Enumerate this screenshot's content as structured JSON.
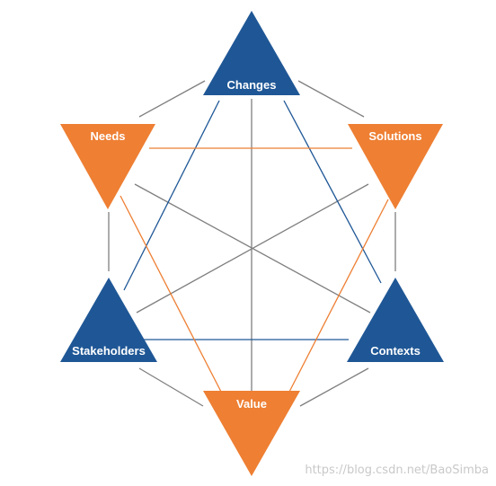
{
  "colors": {
    "blue": "#1f5796",
    "orange": "#ee7f33",
    "gray_line": "#7f7f7f",
    "label": "#ffffff"
  },
  "nodes": {
    "changes": {
      "label": "Changes",
      "shape": "triangle-up",
      "color": "blue"
    },
    "solutions": {
      "label": "Solutions",
      "shape": "triangle-down",
      "color": "orange"
    },
    "contexts": {
      "label": "Contexts",
      "shape": "triangle-up",
      "color": "blue"
    },
    "value": {
      "label": "Value",
      "shape": "triangle-down",
      "color": "orange"
    },
    "stakeholders": {
      "label": "Stakeholders",
      "shape": "triangle-up",
      "color": "blue"
    },
    "needs": {
      "label": "Needs",
      "shape": "triangle-down",
      "color": "orange"
    }
  },
  "connections": {
    "hexagon": [
      [
        "changes",
        "solutions"
      ],
      [
        "solutions",
        "contexts"
      ],
      [
        "contexts",
        "value"
      ],
      [
        "value",
        "stakeholders"
      ],
      [
        "stakeholders",
        "needs"
      ],
      [
        "needs",
        "changes"
      ]
    ],
    "diagonals": [
      [
        "changes",
        "value"
      ],
      [
        "needs",
        "contexts"
      ],
      [
        "solutions",
        "stakeholders"
      ]
    ],
    "blue_triangle": [
      [
        "changes",
        "contexts"
      ],
      [
        "contexts",
        "stakeholders"
      ],
      [
        "stakeholders",
        "changes"
      ]
    ],
    "orange_triangle": [
      [
        "needs",
        "solutions"
      ],
      [
        "solutions",
        "value"
      ],
      [
        "value",
        "needs"
      ]
    ]
  },
  "watermark": "https://blog.csdn.net/BaoSimba"
}
